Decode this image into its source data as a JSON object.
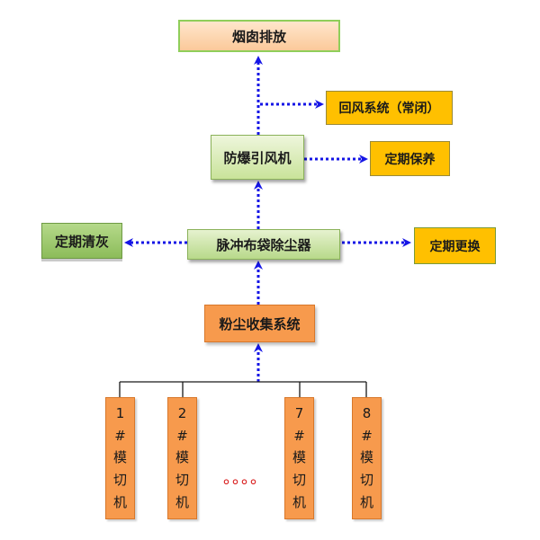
{
  "nodes": {
    "exhaust": "烟囱排放",
    "return_air": "回风系统（常闭）",
    "fan": "防爆引风机",
    "maintenance": "定期保养",
    "collector": "脉冲布袋除尘器",
    "clean": "定期清灰",
    "replace": "定期更换",
    "dust_collection": "粉尘收集系统"
  },
  "machines": [
    {
      "num": "1",
      "hash": "#",
      "c1": "模",
      "c2": "切",
      "c3": "机"
    },
    {
      "num": "2",
      "hash": "#",
      "c1": "模",
      "c2": "切",
      "c3": "机"
    },
    {
      "num": "7",
      "hash": "#",
      "c1": "模",
      "c2": "切",
      "c3": "机"
    },
    {
      "num": "8",
      "hash": "#",
      "c1": "模",
      "c2": "切",
      "c3": "机"
    }
  ],
  "ellipsis": "。。。。",
  "colors": {
    "arrow": "#1515e6",
    "orange": "#f79a4d",
    "yellow": "#ffc000",
    "green": "#b8d98a"
  }
}
